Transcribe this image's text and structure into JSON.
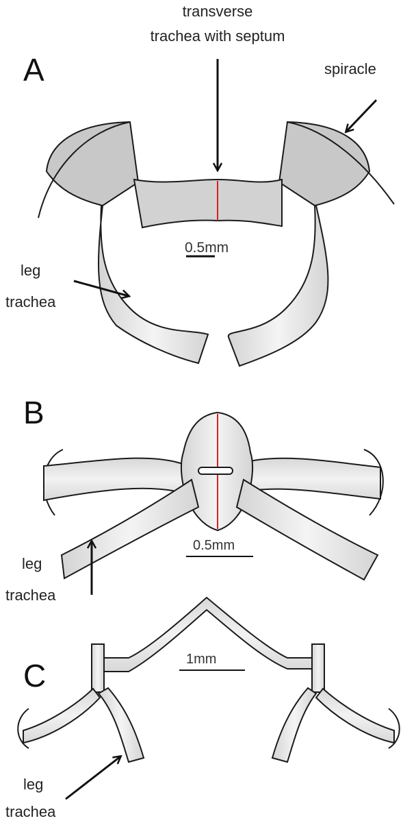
{
  "panels": {
    "a": {
      "letter": "A",
      "top_label_line1": "transverse",
      "top_label_line2": "trachea with septum",
      "spiracle_label": "spiracle",
      "leg_label_line1": "leg",
      "leg_label_line2": "trachea",
      "scale_label": "0.5mm"
    },
    "b": {
      "letter": "B",
      "leg_label_line1": "leg",
      "leg_label_line2": "trachea",
      "scale_label": "0.5mm"
    },
    "c": {
      "letter": "C",
      "leg_label_line1": "leg",
      "leg_label_line2": "trachea",
      "scale_label": "1mm"
    }
  },
  "colors": {
    "outline": "#1a1a1a",
    "trachea_fill": "#e6e6e6",
    "spiracle_fill": "#c8c8c8",
    "septum": "#d62020"
  }
}
